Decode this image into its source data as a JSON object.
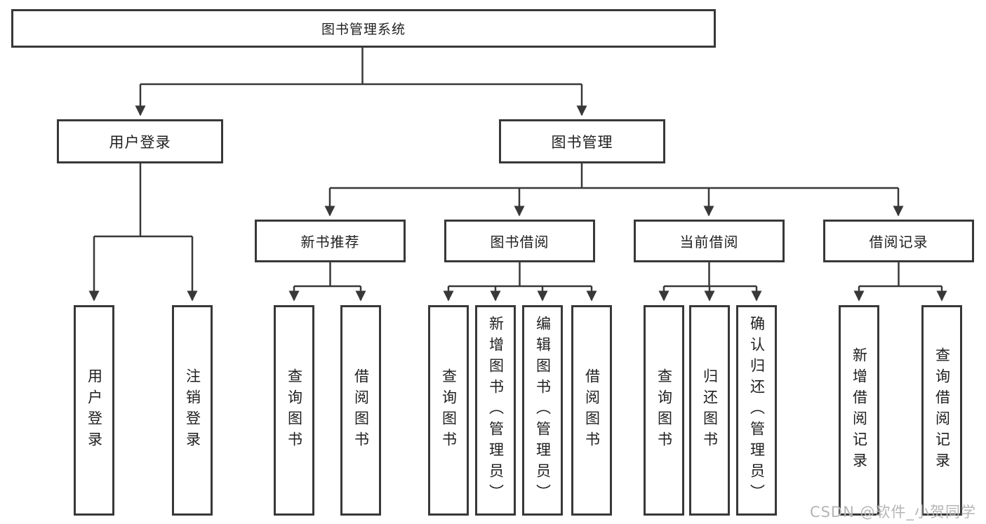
{
  "diagram": {
    "root": "图书管理系统",
    "branches": [
      {
        "label": "用户登录",
        "children": [
          "用户登录",
          "注销登录"
        ]
      },
      {
        "label": "图书管理",
        "groups": [
          {
            "label": "新书推荐",
            "children": [
              "查询图书",
              "借阅图书"
            ]
          },
          {
            "label": "图书借阅",
            "children": [
              "查询图书",
              "新增图书（管理员）",
              "编辑图书（管理员）",
              "借阅图书"
            ]
          },
          {
            "label": "当前借阅",
            "children": [
              "查询图书",
              "归还图书",
              "确认归还（管理员）"
            ]
          },
          {
            "label": "借阅记录",
            "children": [
              "新增借阅记录",
              "查询借阅记录"
            ]
          }
        ]
      }
    ]
  },
  "colors": {
    "line": "#383838",
    "text": "#1f1f1f",
    "watermark": "#b5b5b5"
  },
  "watermark": "CSDN @软件_小贺同学"
}
